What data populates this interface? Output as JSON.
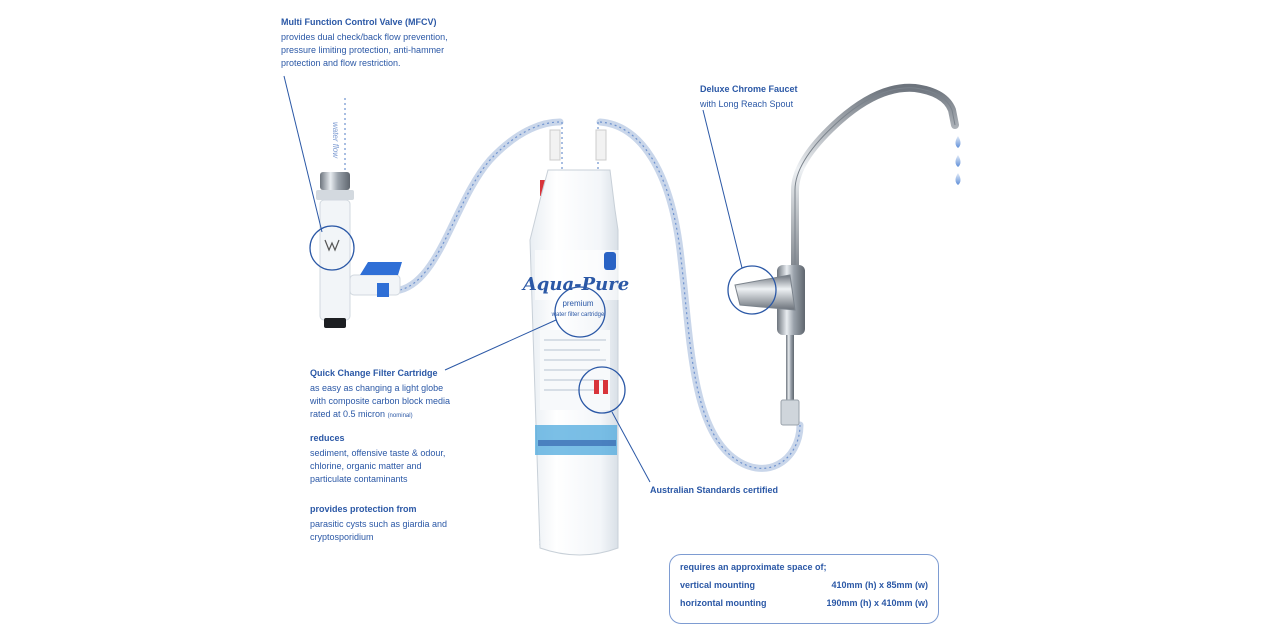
{
  "mfcv": {
    "heading": "Multi Function Control Valve (MFCV)",
    "lines": [
      "provides dual check/back flow prevention,",
      "pressure limiting protection, anti-hammer",
      "protection and flow restriction."
    ]
  },
  "faucet": {
    "heading": "Deluxe Chrome Faucet",
    "subline": "with Long Reach Spout"
  },
  "cartridge": {
    "heading": "Quick Change Filter Cartridge",
    "lines": [
      "as easy as changing a light globe",
      "with composite carbon block media"
    ],
    "micron_line": "rated at 0.5 micron",
    "micron_note": "(nominal)",
    "brand": "Aqua-Pure",
    "product_name": "premium",
    "product_desc": "water filter cartridge"
  },
  "reduces": {
    "heading": "reduces",
    "lines": [
      "sediment, offensive taste & odour,",
      "chlorine, organic matter and",
      "particulate contaminants"
    ]
  },
  "protection": {
    "heading": "provides protection from",
    "lines": [
      "parasitic cysts such as giardia and",
      "cryptosporidium"
    ]
  },
  "standards": {
    "label": "Australian Standards certified"
  },
  "flow_label": "water flow",
  "space": {
    "title": "requires an approximate space of;",
    "rows": [
      {
        "label": "vertical mounting",
        "value": "410mm (h) x 85mm (w)"
      },
      {
        "label": "horizontal mounting",
        "value": "190mm (h) x 410mm (w)"
      }
    ]
  },
  "colors": {
    "label_blue": "#2b58a6",
    "hose": "#9db4dc",
    "chrome": "#b8bec6",
    "valve_handle": "#2f6fd6",
    "cap_red": "#d8343a"
  }
}
